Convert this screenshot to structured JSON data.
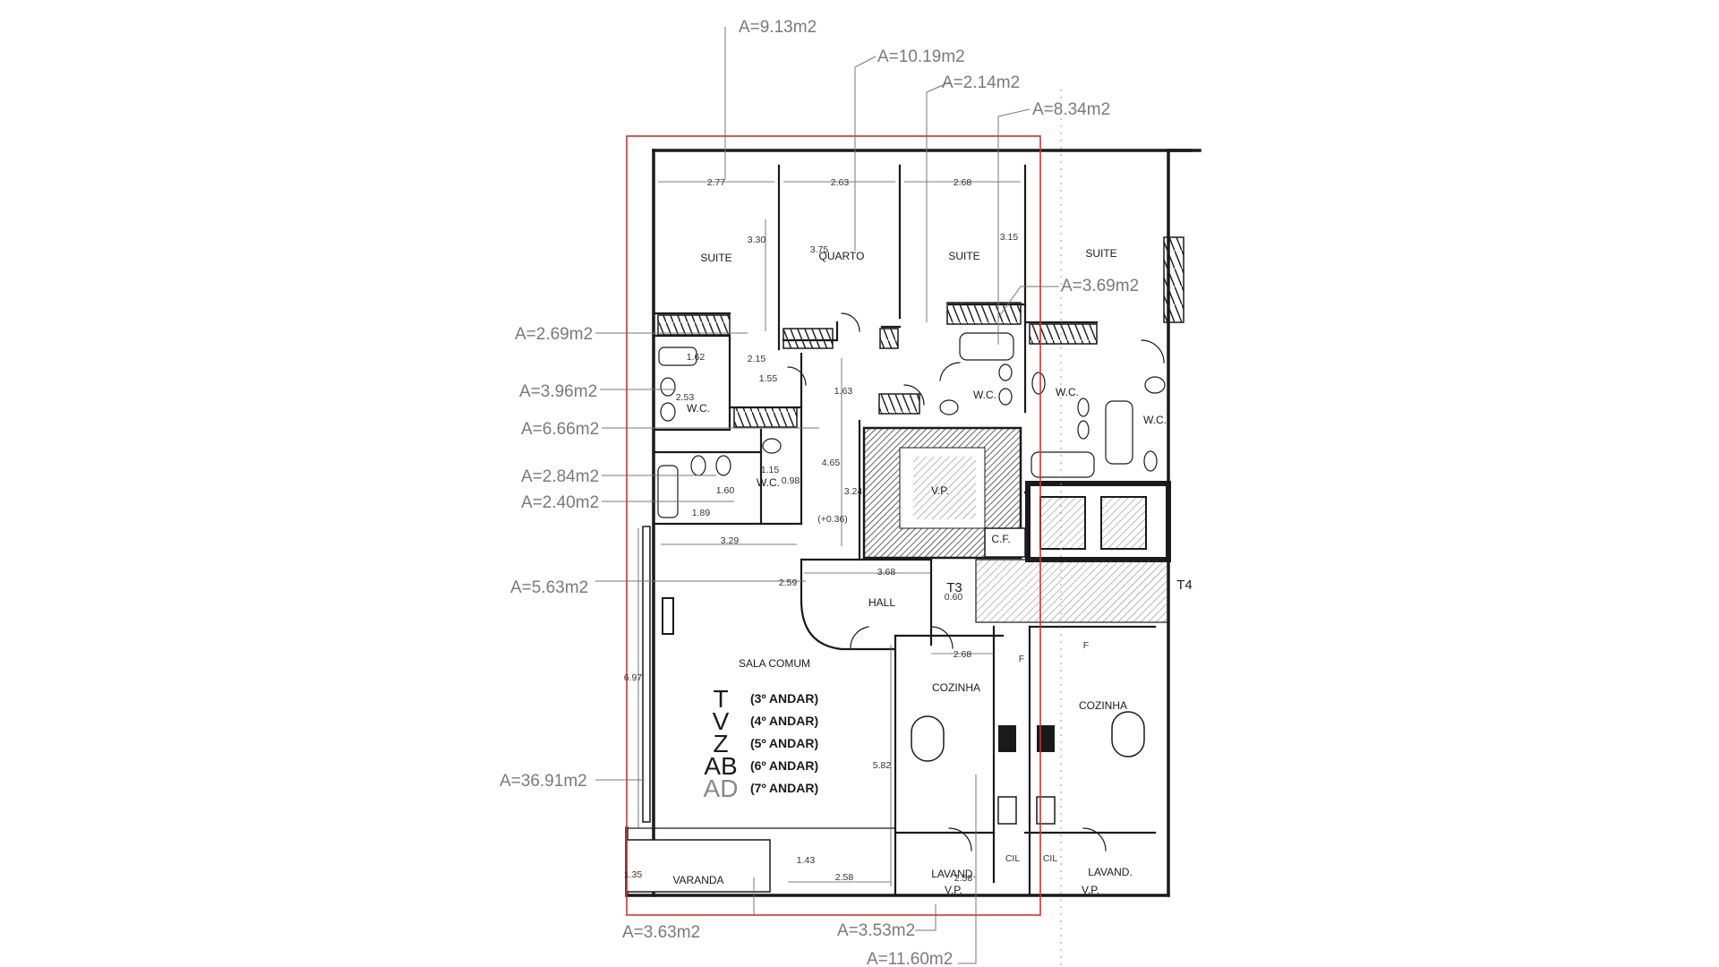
{
  "rooms": {
    "suite_a": "SUITE",
    "quarto": "QUARTO",
    "suite_b": "SUITE",
    "suite_c": "SUITE",
    "wc_a": "W.C.",
    "wc_b": "W.C.",
    "wc_c": "W.C.",
    "wc_d": "W.C.",
    "wc_e": "W.C.",
    "vp_stair": "V.P.",
    "level_note": "(+0.36)",
    "cf": "C.F.",
    "t3": "T3",
    "t4": "T4",
    "hall": "HALL",
    "sala_comum": "SALA COMUM",
    "cozinha_a": "COZINHA",
    "cozinha_b": "COZINHA",
    "varanda": "VARANDA",
    "lavand_a": "LAVAND.",
    "lavand_b": "LAVAND.",
    "vp_a": "V.P.",
    "vp_b": "V.P.",
    "cil_a": "CIL",
    "cil_b": "CIL",
    "f_a": "F",
    "f_b": "F"
  },
  "floors": [
    {
      "letter": "T",
      "text": "(3º ANDAR)"
    },
    {
      "letter": "V",
      "text": "(4º ANDAR)"
    },
    {
      "letter": "Z",
      "text": "(5º ANDAR)"
    },
    {
      "letter": "AB",
      "text": "(6º ANDAR)"
    },
    {
      "letter": "AD",
      "text": "(7º ANDAR)"
    }
  ],
  "dimensions": {
    "d277": "2.77",
    "d263": "2.63",
    "d268a": "2.68",
    "d330": "3.30",
    "d375": "3.75",
    "d315": "3.15",
    "d162": "1.62",
    "d215": "2.15",
    "d155": "1.55",
    "d163": "1.63",
    "d253": "2.53",
    "d465": "4.65",
    "d115": "1.15",
    "d098": "0.98",
    "d160": "1.60",
    "d189": "1.89",
    "d324": "3.24",
    "d329": "3.29",
    "d259": "2.59",
    "d368": "3.68",
    "d060": "0.60",
    "d268b": "2.68",
    "d697": "6.97",
    "d582": "5.82",
    "d143": "1.43",
    "d258a": "2.58",
    "d258b": "2.58",
    "d135": "1.35"
  },
  "areas": {
    "a913": "A=9.13m2",
    "a1019": "A=10.19m2",
    "a214": "A=2.14m2",
    "a834": "A=8.34m2",
    "a369": "A=3.69m2",
    "a269": "A=2.69m2",
    "a396": "A=3.96m2",
    "a666": "A=6.66m2",
    "a284": "A=2.84m2",
    "a240": "A=2.40m2",
    "a563": "A=5.63m2",
    "a3691": "A=36.91m2",
    "a363": "A=3.63m2",
    "a353": "A=3.53m2",
    "a1160": "A=11.60m2"
  },
  "colors": {
    "selection_frame": "#d92f2f",
    "area_text": "#7a7a7a",
    "walls": "#1a1a1a"
  }
}
